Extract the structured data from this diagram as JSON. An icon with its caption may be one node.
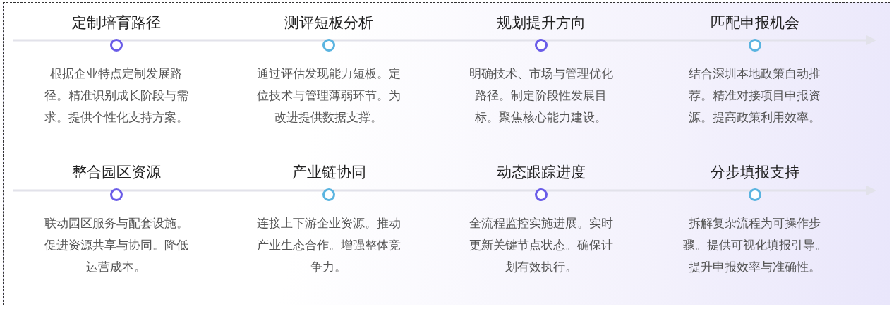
{
  "diagram": {
    "nodes": [
      {
        "text": [
          "定制培育路径",
          "根据企业特点定制发展路径。精准识别成长阶段与需求。提供个性化支持方案。"
        ]
      },
      {
        "text": [
          "测评短板分析",
          "通过评估发现能力短板。定位技术与管理薄弱环节。为改进提供数据支撑。"
        ]
      },
      {
        "text": [
          "规划提升方向",
          "明确技术、市场与管理优化路径。制定阶段性发展目标。聚焦核心能力建设。"
        ]
      },
      {
        "text": [
          "匹配申报机会",
          "结合深圳本地政策自动推荐。精准对接项目申报资源。提高政策利用效率。"
        ]
      },
      {
        "text": [
          "整合园区资源",
          "联动园区服务与配套设施。促进资源共享与协同。降低运营成本。"
        ]
      },
      {
        "text": [
          "产业链协同",
          "连接上下游企业资源。推动产业生态合作。增强整体竞争力。"
        ]
      },
      {
        "text": [
          "动态跟踪进度",
          "全流程监控实施进展。实时更新关键节点状态。确保计划有效执行。"
        ]
      },
      {
        "text": [
          "分步填报支持",
          "拆解复杂流程为可操作步骤。提供可视化填报引导。提升申报效率与准确性。"
        ]
      }
    ]
  }
}
